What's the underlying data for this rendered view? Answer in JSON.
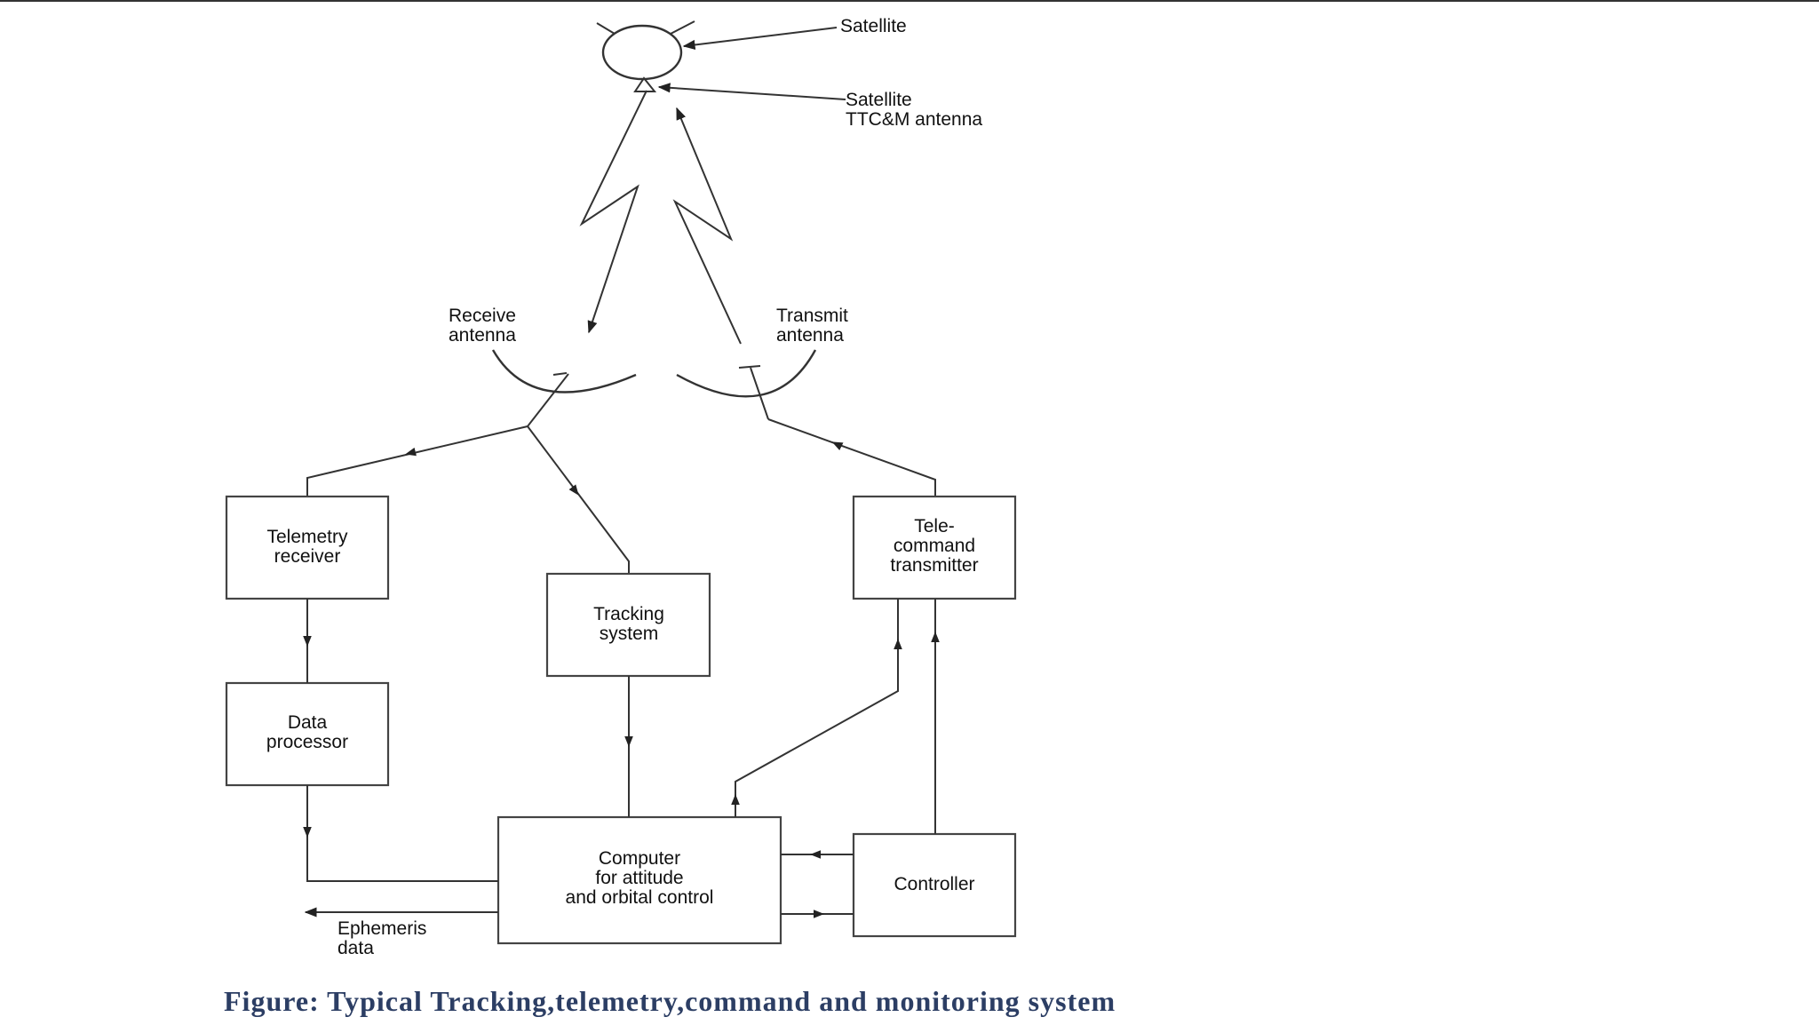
{
  "labels": {
    "satellite": "Satellite",
    "ttcm_line1": "Satellite",
    "ttcm_line2": "TTC&M antenna",
    "receive_line1": "Receive",
    "receive_line2": "antenna",
    "transmit_line1": "Transmit",
    "transmit_line2": "antenna",
    "ephemeris_line1": "Ephemeris",
    "ephemeris_line2": "data"
  },
  "blocks": {
    "telemetry": [
      "Telemetry",
      "receiver"
    ],
    "tracking": [
      "Tracking",
      "system"
    ],
    "telecommand": [
      "Tele-",
      "command",
      "transmitter"
    ],
    "data_processor": [
      "Data",
      "processor"
    ],
    "computer": [
      "Computer",
      "for attitude",
      "and orbital control"
    ],
    "controller": [
      "Controller"
    ]
  },
  "caption": "Figure: Typical Tracking,telemetry,command and monitoring system",
  "colors": {
    "caption": "#2c3e64",
    "lines": "#333333"
  }
}
